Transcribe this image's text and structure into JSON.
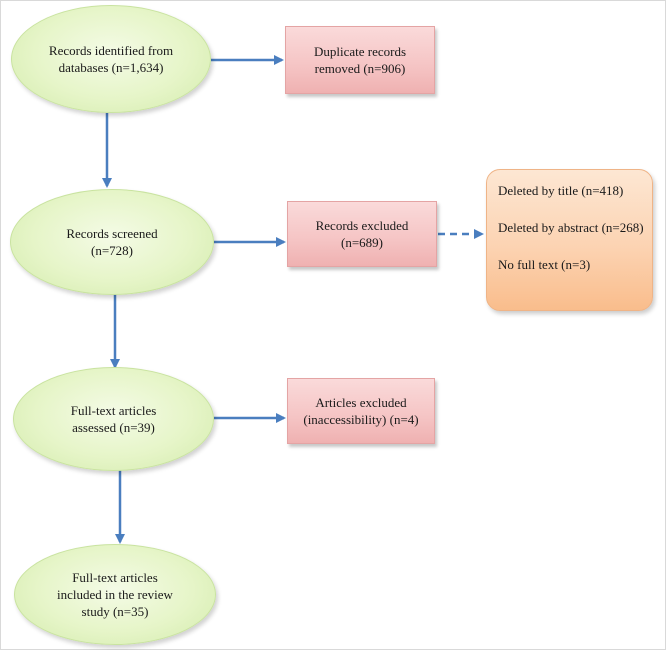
{
  "nodes": {
    "identified": "Records identified from\ndatabases (n=1,634)",
    "duplicates": "Duplicate records\nremoved (n=906)",
    "screened": "Records screened\n(n=728)",
    "excluded": "Records excluded\n(n=689)",
    "assessed": "Full-text articles\nassessed (n=39)",
    "articles_excluded": "Articles excluded\n(inaccessibility) (n=4)",
    "included": "Full-text articles\nincluded in the review\nstudy (n=35)"
  },
  "exclusion_details": [
    "Deleted by title (n=418)",
    "Deleted by abstract (n=268)",
    "No full text (n=3)"
  ],
  "colors": {
    "arrow": "#4a7ebf",
    "ellipse_fill": "#e6f5c8",
    "pink_fill": "#f5c4c4",
    "orange_fill": "#fcd3b2"
  }
}
